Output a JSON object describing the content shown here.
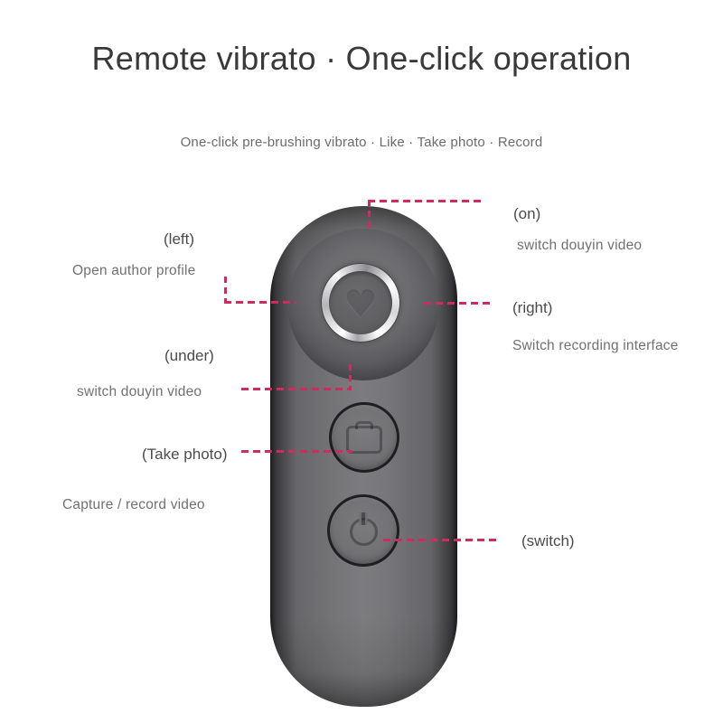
{
  "header": {
    "title": "Remote vibrato · One-click operation",
    "subtitle": "One-click pre-brushing vibrato · Like · Take photo · Record"
  },
  "annotations": {
    "on": {
      "label": "(on)",
      "description": "switch douyin video"
    },
    "left": {
      "label": "(left)",
      "description": "Open author profile"
    },
    "right": {
      "label": "(right)",
      "description": "Switch recording interface"
    },
    "under": {
      "label": "(under)",
      "description": "switch douyin video"
    },
    "take_photo": {
      "label": "(Take photo)",
      "description": "Capture / record video"
    },
    "switch": {
      "label": "(switch)"
    }
  },
  "device": {
    "name": "bluetooth-selfie-remote",
    "buttons": [
      {
        "name": "heart-ring-button",
        "icon": "heart-icon",
        "glyph": "♥"
      },
      {
        "name": "camera-button",
        "icon": "camera-icon"
      },
      {
        "name": "power-button",
        "icon": "power-icon"
      }
    ]
  },
  "colors": {
    "background": "#ffffff",
    "annotation": "#d02a5e",
    "title_text": "#39393b",
    "subtitle_text": "#6b6b6d",
    "label_dark": "#4b4b4d",
    "label_gray": "#717173",
    "device_body": "#77777a",
    "device_edge": "#1e1e20",
    "chrome_ring": "#f2f2f4"
  }
}
